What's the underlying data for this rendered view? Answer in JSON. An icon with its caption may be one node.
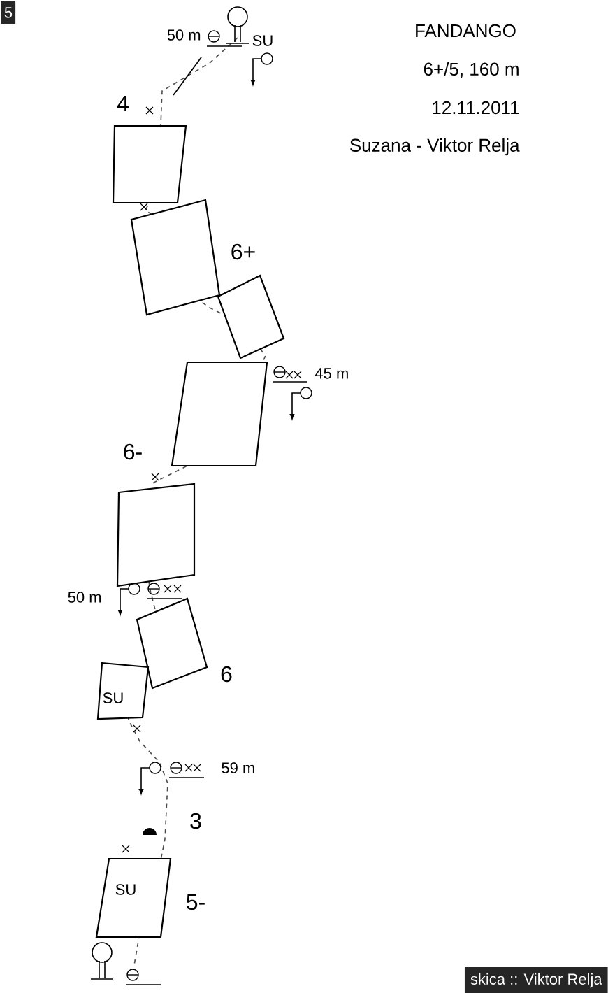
{
  "diagram": {
    "title": "FANDANGO",
    "nodes": [
      {
        "text": [],
        "shape": "box"
      },
      {
        "text": [],
        "shape": "box"
      },
      {
        "text": [],
        "shape": "box"
      },
      {
        "text": [],
        "shape": "box"
      },
      {
        "text": [],
        "shape": "box"
      },
      {
        "text": [],
        "shape": "box"
      },
      {
        "text": [
          "SU"
        ]
      },
      {
        "text": [
          "SU"
        ]
      }
    ],
    "labels": [
      "5",
      "6+/5, 160 m",
      "12.11.2011",
      "Suzana - Viktor Relja",
      "50 m",
      "SU",
      "4",
      "6+",
      "45 m",
      "6-",
      "50 m",
      "6",
      "59 m",
      "3",
      "5-",
      "skica :: Viktor Relja"
    ]
  }
}
